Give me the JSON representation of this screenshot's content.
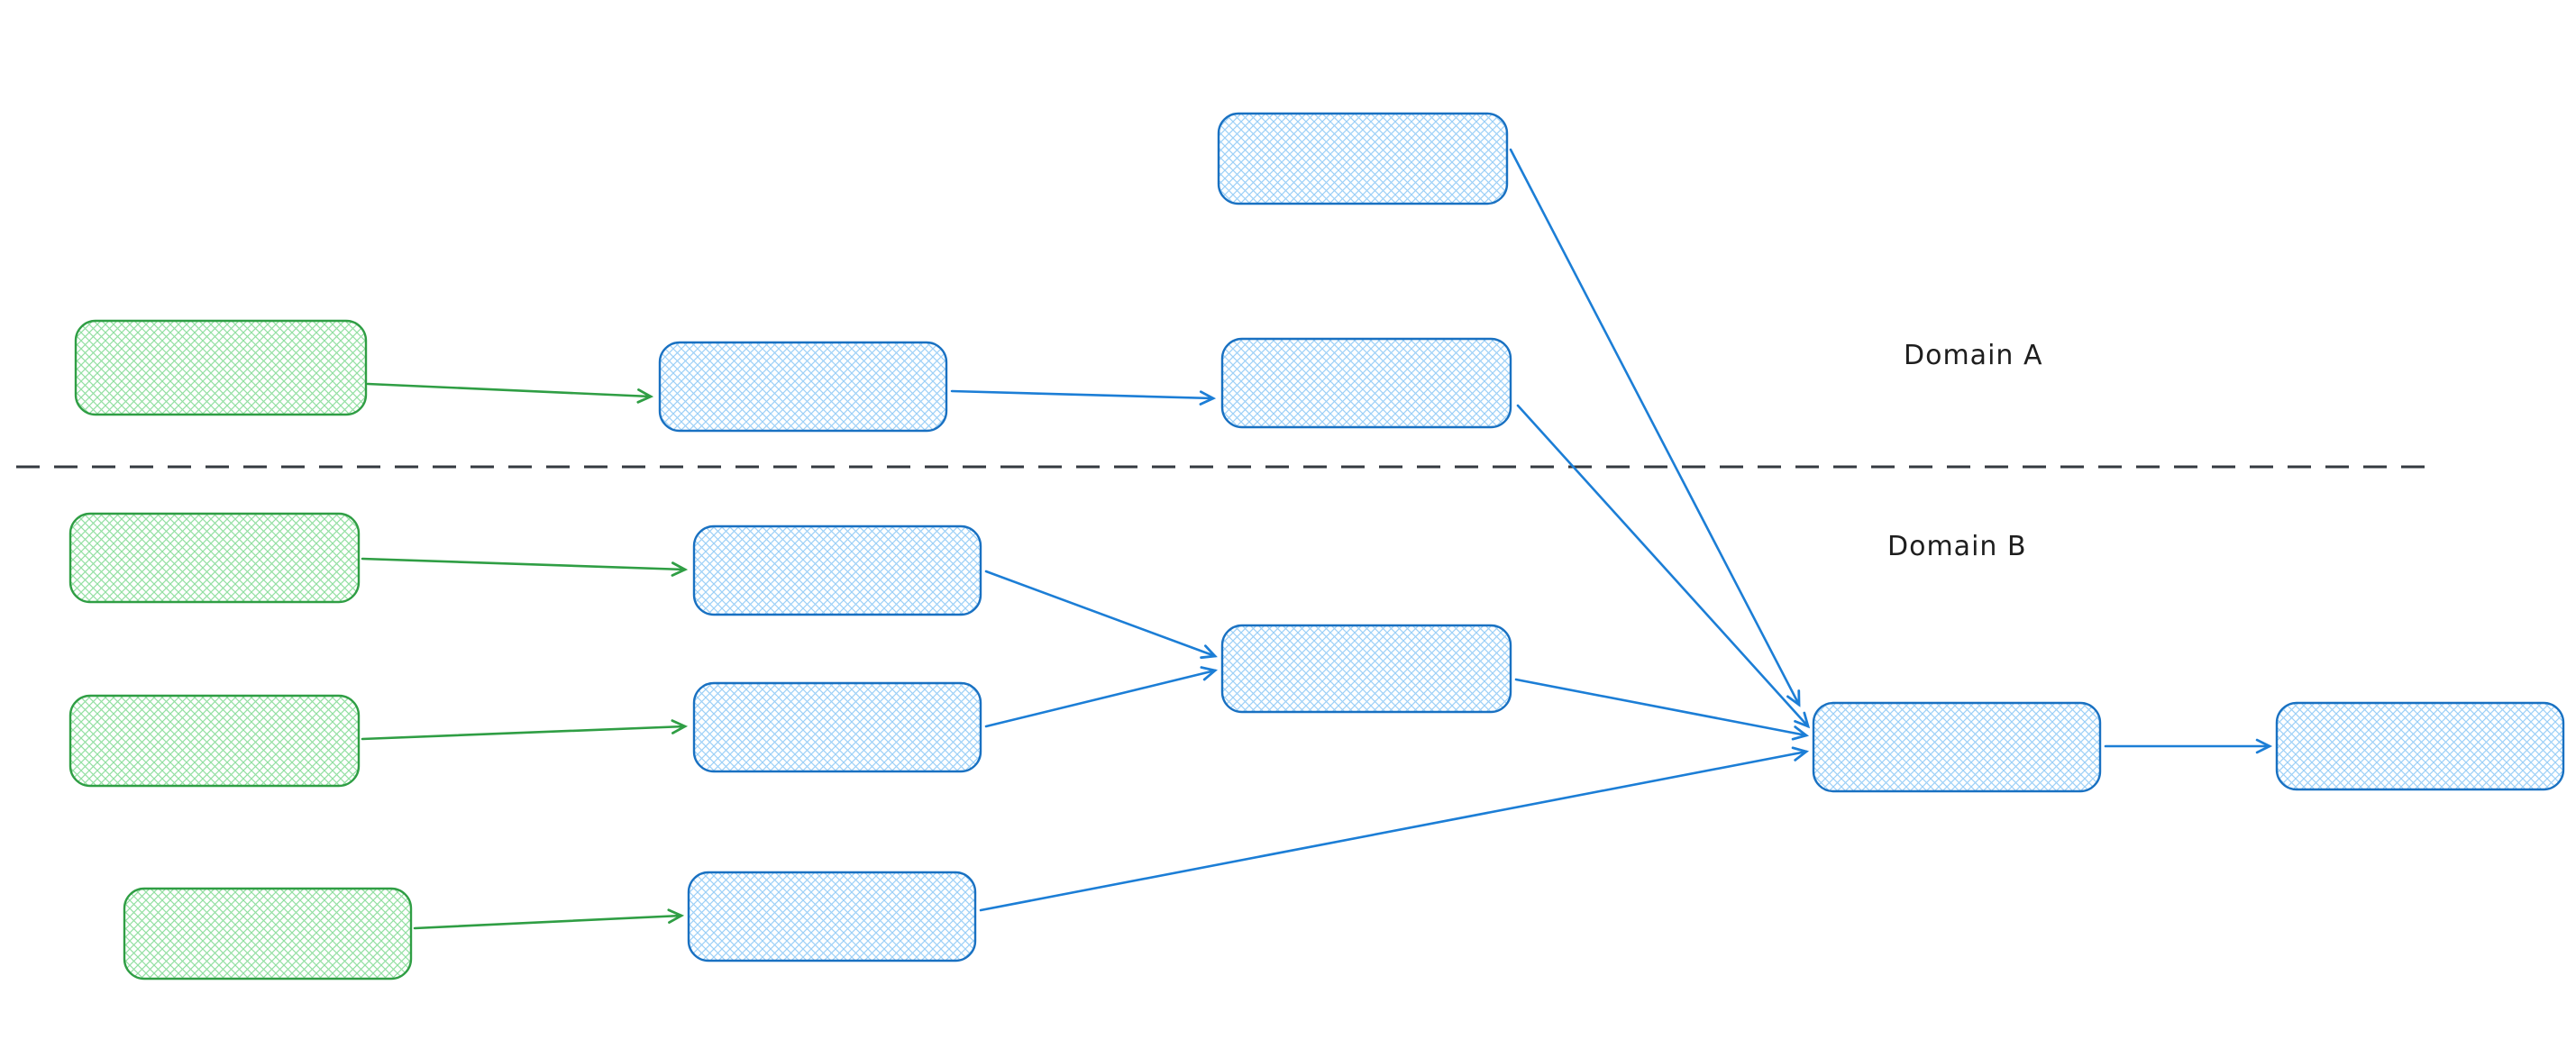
{
  "diagram": {
    "labels": {
      "domain_a": "Domain A",
      "domain_b": "Domain B"
    },
    "colors": {
      "background": "#ffffff",
      "green_stroke": "#2f9e44",
      "green_fill": "#93dfa2",
      "blue_stroke": "#1971c2",
      "blue_fill": "#9cd0f7",
      "arrow_green": "#2f9e44",
      "arrow_blue": "#1c7ed6",
      "divider": "#343a40",
      "label_text": "#1e1e1e"
    },
    "nodes": [
      {
        "id": "blue-top",
        "domain": "A",
        "color": "blue",
        "label": ""
      },
      {
        "id": "green-a",
        "domain": "A",
        "color": "green",
        "label": ""
      },
      {
        "id": "blue-a1",
        "domain": "A",
        "color": "blue",
        "label": ""
      },
      {
        "id": "blue-a2",
        "domain": "A",
        "color": "blue",
        "label": ""
      },
      {
        "id": "green-b1",
        "domain": "B",
        "color": "green",
        "label": ""
      },
      {
        "id": "blue-b1",
        "domain": "B",
        "color": "blue",
        "label": ""
      },
      {
        "id": "green-b2",
        "domain": "B",
        "color": "green",
        "label": ""
      },
      {
        "id": "blue-b2",
        "domain": "B",
        "color": "blue",
        "label": ""
      },
      {
        "id": "blue-b3",
        "domain": "B",
        "color": "blue",
        "label": ""
      },
      {
        "id": "green-b3",
        "domain": "B",
        "color": "green",
        "label": ""
      },
      {
        "id": "blue-b4",
        "domain": "B",
        "color": "blue",
        "label": ""
      },
      {
        "id": "blue-sink",
        "domain": "B",
        "color": "blue",
        "label": ""
      },
      {
        "id": "blue-final",
        "domain": "B",
        "color": "blue",
        "label": ""
      }
    ],
    "edges": [
      {
        "from": "green-a",
        "to": "blue-a1",
        "color": "green"
      },
      {
        "from": "blue-a1",
        "to": "blue-a2",
        "color": "blue"
      },
      {
        "from": "blue-top",
        "to": "blue-sink",
        "color": "blue"
      },
      {
        "from": "blue-a2",
        "to": "blue-sink",
        "color": "blue"
      },
      {
        "from": "green-b1",
        "to": "blue-b1",
        "color": "green"
      },
      {
        "from": "green-b2",
        "to": "blue-b2",
        "color": "green"
      },
      {
        "from": "green-b3",
        "to": "blue-b4",
        "color": "green"
      },
      {
        "from": "blue-b1",
        "to": "blue-b3",
        "color": "blue"
      },
      {
        "from": "blue-b2",
        "to": "blue-b3",
        "color": "blue"
      },
      {
        "from": "blue-b3",
        "to": "blue-sink",
        "color": "blue"
      },
      {
        "from": "blue-b4",
        "to": "blue-sink",
        "color": "blue"
      },
      {
        "from": "blue-sink",
        "to": "blue-final",
        "color": "blue"
      }
    ]
  }
}
